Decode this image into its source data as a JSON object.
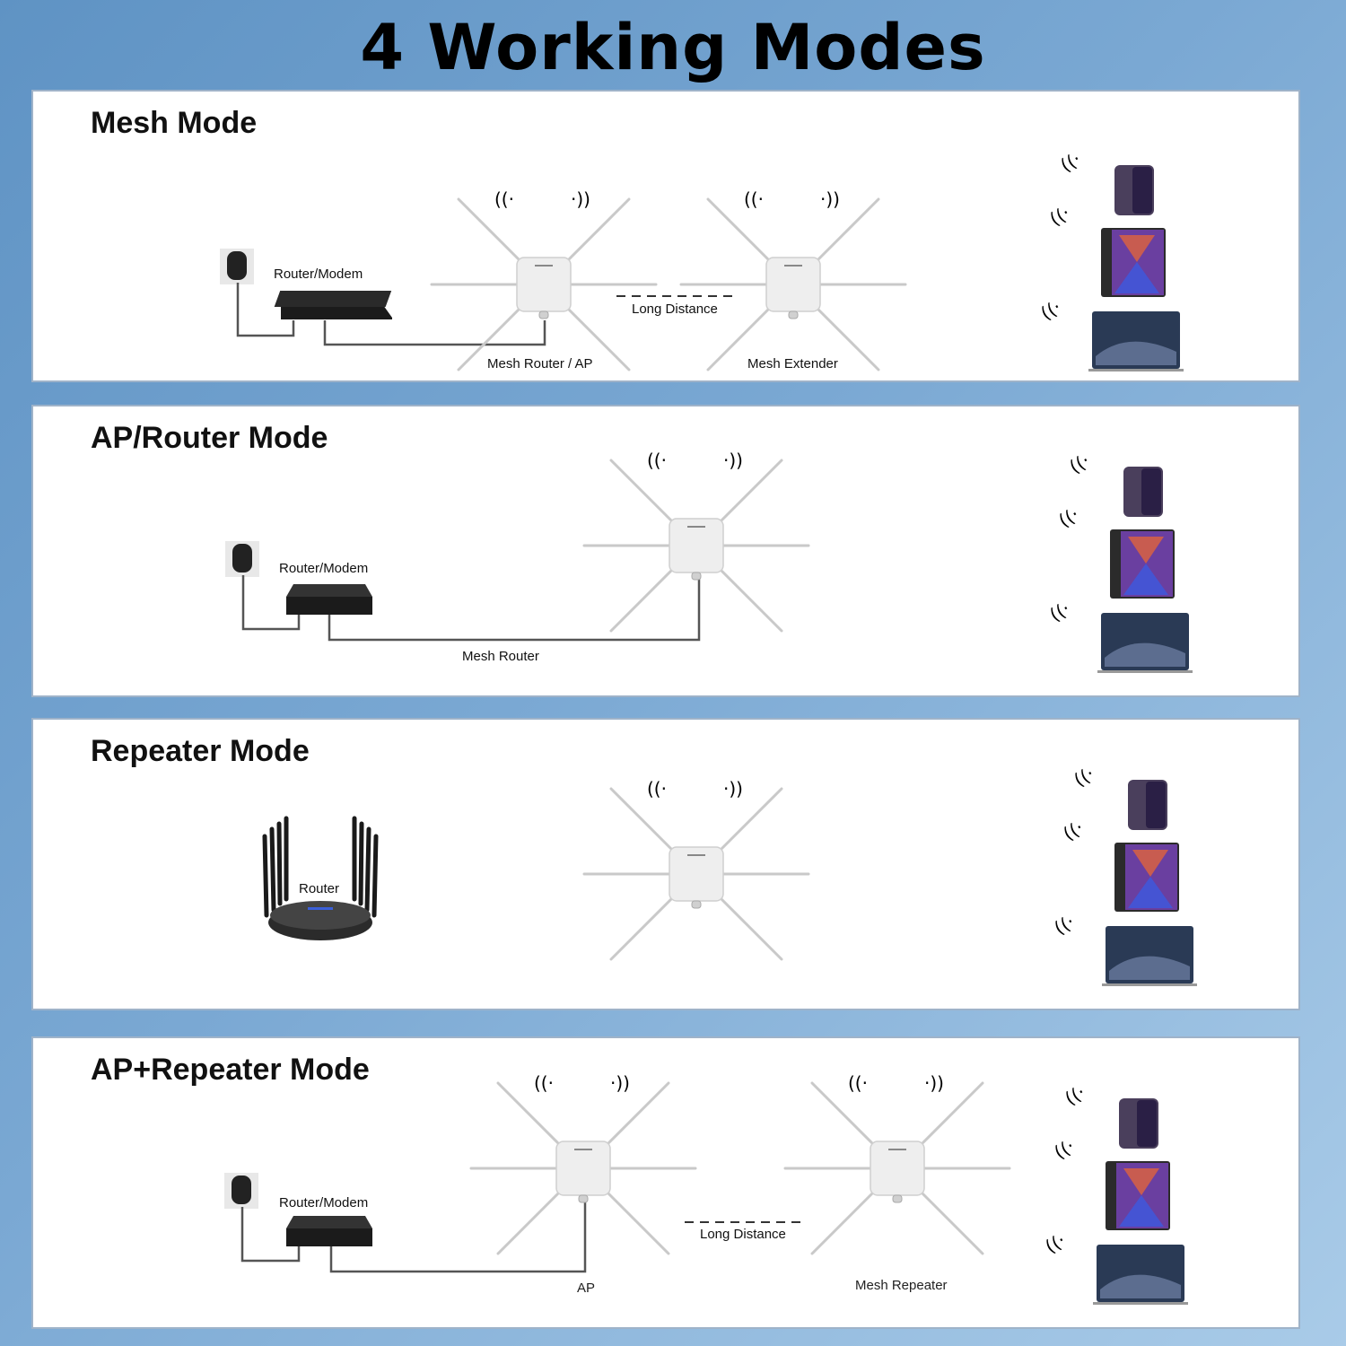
{
  "title": "4 Working Modes",
  "modes": [
    {
      "name": "Mesh Mode",
      "labels": {
        "modem": "Router/Modem",
        "device1": "Mesh Router /  AP",
        "link": "Long Distance",
        "device2": "Mesh Extender"
      }
    },
    {
      "name": "AP/Router Mode",
      "labels": {
        "modem": "Router/Modem",
        "device1": "Mesh Router"
      }
    },
    {
      "name": "Repeater Mode",
      "labels": {
        "router": "Router"
      }
    },
    {
      "name": "AP+Repeater Mode",
      "labels": {
        "modem": "Router/Modem",
        "device1": "AP",
        "link": "Long Distance",
        "device2": "Mesh Repeater"
      }
    }
  ],
  "client_devices": [
    "smartphone",
    "tablet",
    "laptop"
  ],
  "colors": {
    "background_start": "#5f93c4",
    "background_end": "#a9cbe8",
    "panel": "#ffffff",
    "cable": "#555555",
    "antenna": "#cfcfcf"
  }
}
